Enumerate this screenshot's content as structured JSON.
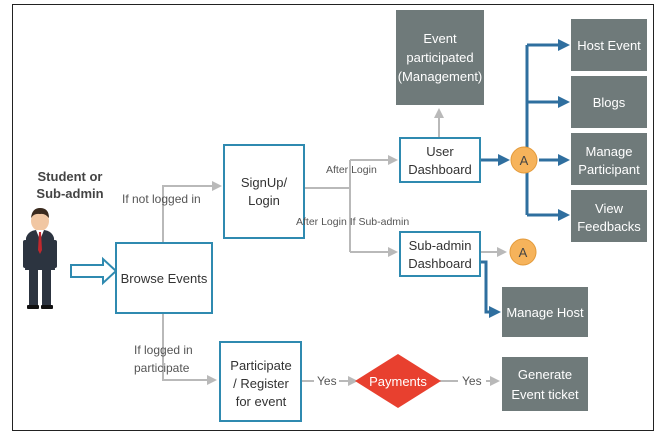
{
  "colors": {
    "box_border": "#2f8ab0",
    "dark_box": "#6f7a7a",
    "arrow_gray": "#b9b9b9",
    "arrow_blue": "#2f6f9f",
    "circle_fill": "#f6b35b",
    "diamond_fill": "#e8402f"
  },
  "actor": {
    "line1": "Student or",
    "line2": "Sub-admin"
  },
  "nodes": {
    "browse_events": "Browse Events",
    "signup_login": [
      "SignUp/",
      "Login"
    ],
    "user_dashboard": [
      "User",
      "Dashboard"
    ],
    "subadmin_dashboard": [
      "Sub-admin",
      "Dashboard"
    ],
    "event_participated": [
      "Event",
      "participated",
      "(Management)"
    ],
    "host_event": "Host Event",
    "blogs": "Blogs",
    "manage_participant": [
      "Manage",
      "Participant"
    ],
    "view_feedbacks": [
      "View",
      "Feedbacks"
    ],
    "manage_host": "Manage Host",
    "participate_register": [
      "Participate",
      "/ Register",
      "for event"
    ],
    "payments": "Payments",
    "generate_ticket": [
      "Generate",
      "Event ticket"
    ],
    "connector_a1": "A",
    "connector_a2": "A"
  },
  "edge_labels": {
    "if_not_logged_in": "If not logged in",
    "after_login": "After Login",
    "after_login_subadmin": "After Login If Sub-admin",
    "if_logged_in": [
      "If logged in",
      "participate"
    ],
    "yes1": "Yes",
    "yes2": "Yes"
  }
}
